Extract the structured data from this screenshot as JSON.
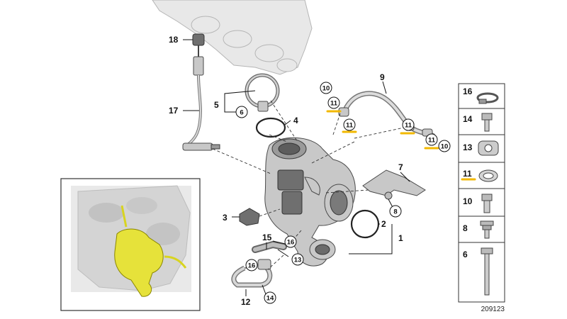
{
  "diagram": {
    "diagram_number": "209123",
    "callouts": {
      "c18": "18",
      "c17": "17",
      "c5": "5",
      "c6": "6",
      "c4": "4",
      "c9": "9",
      "c10a": "10",
      "c11a": "11",
      "c11b": "11",
      "c11c": "11",
      "c11d": "11",
      "c10b": "10",
      "c7": "7",
      "c8": "8",
      "c3": "3",
      "c2": "2",
      "c1": "1",
      "c15": "15",
      "c16a": "16",
      "c16b": "16",
      "c13": "13",
      "c12": "12",
      "c14": "14"
    },
    "legend_items": [
      {
        "number": "16",
        "icon": "hose-clamp-icon"
      },
      {
        "number": "14",
        "icon": "hex-bolt-icon"
      },
      {
        "number": "13",
        "icon": "gasket-icon"
      },
      {
        "number": "11",
        "icon": "sealing-ring-icon",
        "highlighted": true
      },
      {
        "number": "10",
        "icon": "banjo-bolt-icon"
      },
      {
        "number": "8",
        "icon": "flange-bolt-icon"
      },
      {
        "number": "6",
        "icon": "long-bolt-icon"
      }
    ],
    "highlight_color": "#f2b800",
    "inset_highlight_color": "#e6e23a"
  }
}
